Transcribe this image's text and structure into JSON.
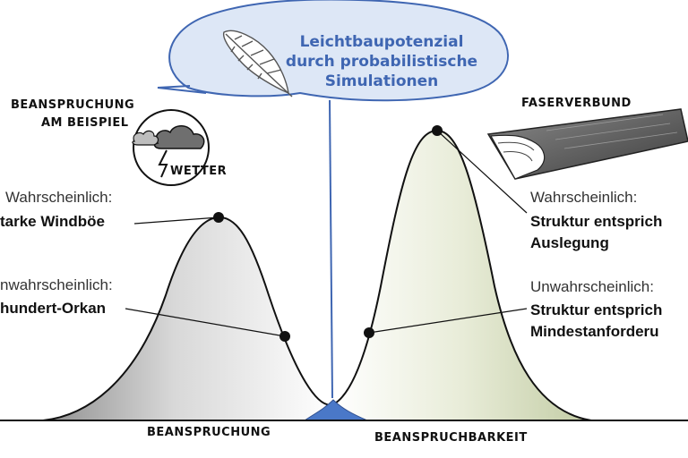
{
  "bubble": {
    "line1": "Leichtbaupotenzial",
    "line2": "durch probabilistische",
    "line3": "Simulationen",
    "icon": "feather-icon"
  },
  "left": {
    "heading1": "BEANSPRUCHUNG",
    "heading2": "AM BEISPIEL",
    "weather_label": "WETTER",
    "weather_icon": "storm-cloud-icon",
    "likely_label": "Wahrscheinlich:",
    "likely_value": "tarke Windböe",
    "unlikely_label": "nwahrscheinlich:",
    "unlikely_value": "hundert-Orkan",
    "axis_label": "BEANSPRUCHUNG"
  },
  "right": {
    "heading": "FASERVERBUND",
    "material_icon": "fiber-composite-sheet-icon",
    "likely_label": "Wahrscheinlich:",
    "likely_value1": "Struktur entsprich",
    "likely_value2": "Auslegung",
    "unlikely_label": "Unwahrscheinlich:",
    "unlikely_value1": "Struktur entsprich",
    "unlikely_value2": "Mindestanforderu",
    "axis_label": "BEANSPRUCHBARKEIT"
  },
  "colors": {
    "accent_blue": "#3f66b2",
    "overlap_fill": "#4a78c8",
    "left_curve_fill": "gray",
    "right_curve_fill": "olive-green"
  }
}
